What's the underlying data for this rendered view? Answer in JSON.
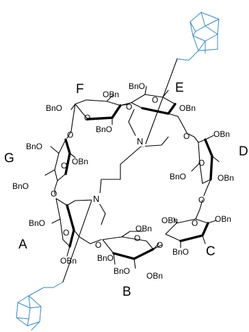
{
  "rings": {
    "A": "A",
    "B": "B",
    "C": "C",
    "D": "D",
    "E": "E",
    "F": "F",
    "G": "G"
  },
  "atoms": {
    "N": "N",
    "O": "O",
    "OBn": "OBn",
    "BnO": "BnO"
  },
  "colors": {
    "bonds": "#000000",
    "adamantyl": "#2f86c6"
  }
}
